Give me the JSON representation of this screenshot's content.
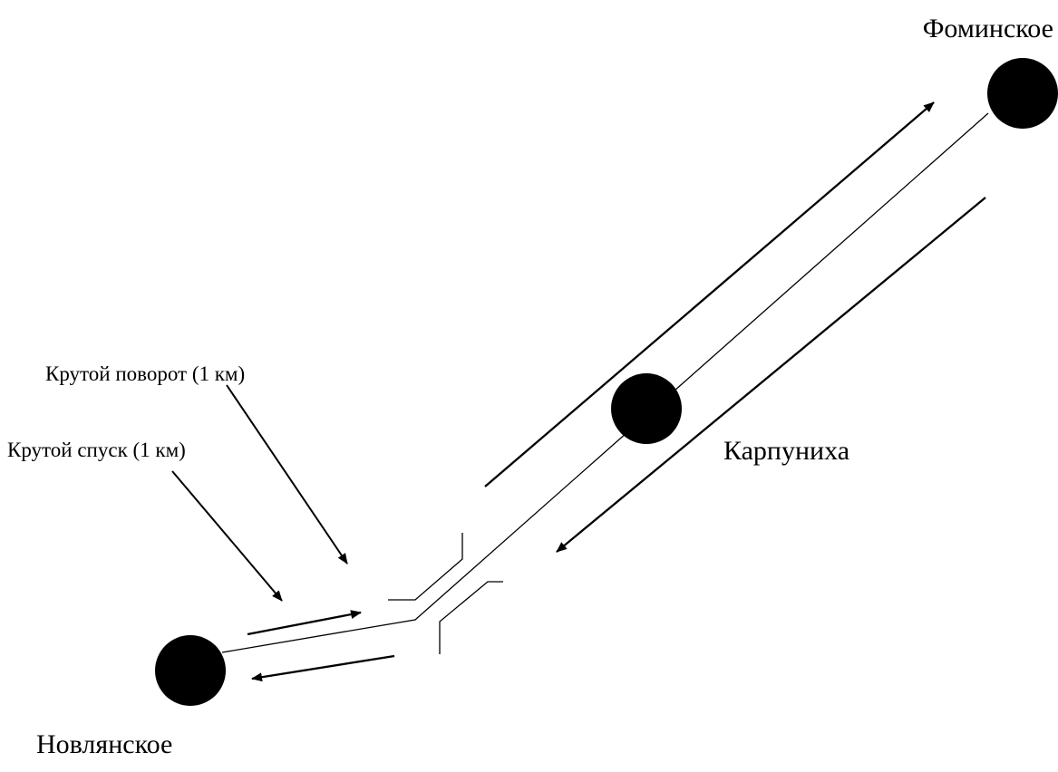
{
  "towns": {
    "fominskoe": "Фоминское",
    "karpunikha": "Карпуниха",
    "novlyanskoe": "Новлянское"
  },
  "annotations": {
    "sharp_turn": "Крутой поворот (1 км)",
    "steep_descent": "Крутой спуск (1 км)"
  },
  "colors": {
    "ink": "#000000",
    "background": "#ffffff"
  }
}
